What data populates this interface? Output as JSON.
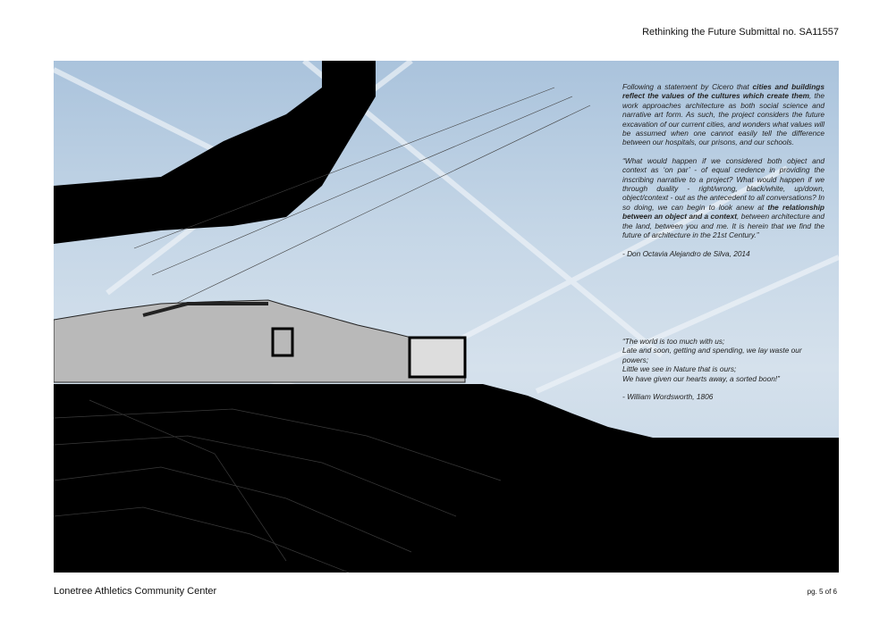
{
  "header": {
    "title": "Rethinking the Future Submittal no. SA11557"
  },
  "text": {
    "p1_a": "Following a statement by Cicero that ",
    "p1_bold": "cities and buildings reflect the values of the cultures which create them",
    "p1_b": ", the work approaches architecture as both social science and narrative art form.  As such, the project considers the future excavation of our current cities, and wonders what values will be assumed when one cannot easily tell the difference between our hospitals, our prisons, and our schools.",
    "p2_a": "“What would happen if we considered both object and context as ‘on par’ - of equal credence in providing the inscribing narrative to a project?  What would happen if we through duality - right/wrong, black/white, up/down, object/context - out as the antecedent to all conversations?  In so doing, we can begin to look anew at ",
    "p2_bold": "the relationship between an object and a context",
    "p2_b": ", between architecture and the land, between you and me.  It is herein that we find the future of architecture in the 21st Century.”",
    "attribution1": "- Don Octavia Alejandro de Silva, 2014"
  },
  "poem": {
    "lines": [
      "“The world is too much with us;",
      "Late and soon, getting and spending, we lay waste our powers;",
      "Little we see in Nature that is ours;",
      "We have given our hearts away, a sorted boon!”"
    ],
    "attribution": "- William Wordsworth, 1806"
  },
  "footer": {
    "project": "Lonetree Athletics Community Center",
    "page": "pg. 5 of 6"
  }
}
